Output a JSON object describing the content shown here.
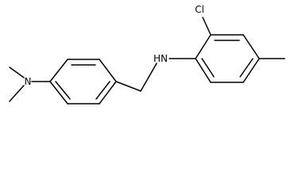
{
  "molecule": {
    "atoms": {
      "chlorine": "Cl",
      "amine_nh": "HN",
      "dimethylamino_n": "N"
    },
    "colors": {
      "bond": "#000000",
      "label": "#000000",
      "background": "#ffffff"
    }
  }
}
